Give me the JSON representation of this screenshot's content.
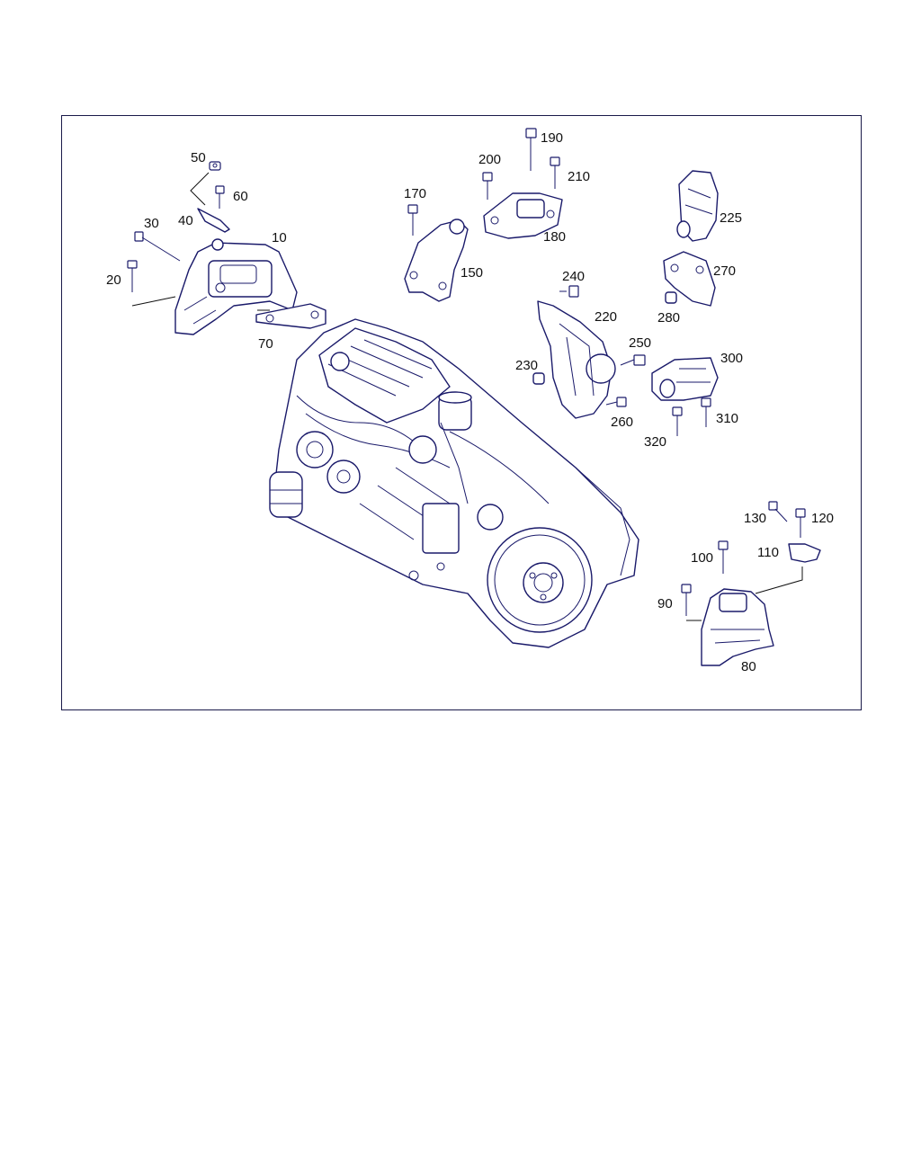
{
  "diagram": {
    "line_color": "#1a1a6a",
    "frame_color": "#1a1a4a",
    "callouts": [
      "10",
      "20",
      "30",
      "40",
      "50",
      "60",
      "70",
      "80",
      "90",
      "100",
      "110",
      "120",
      "130",
      "150",
      "170",
      "180",
      "190",
      "200",
      "210",
      "220",
      "225",
      "230",
      "240",
      "250",
      "260",
      "270",
      "280",
      "300",
      "310",
      "320"
    ]
  }
}
